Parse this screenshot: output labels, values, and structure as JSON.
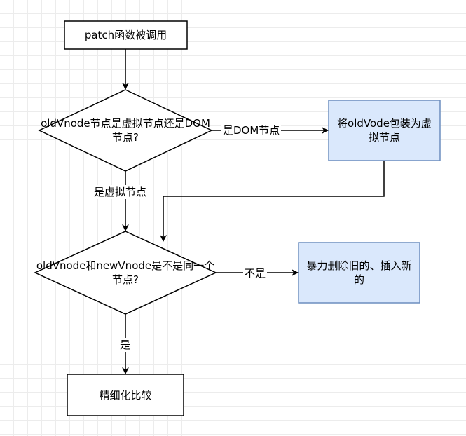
{
  "nodes": {
    "start": "patch函数被调用",
    "decision1": "oldVnode节点是虚拟节点还是DOM节点?",
    "wrap": "将oldVode包装为虚拟节点",
    "decision2": "oldVnode和newVnode是不是同一个节点?",
    "replace": "暴力删除旧的、插入新的",
    "refine": "精细化比较"
  },
  "edges": {
    "is_dom": "是DOM节点",
    "is_vnode": "是虚拟节点",
    "not_same": "不是",
    "same": "是"
  },
  "colors": {
    "stroke": "#000000",
    "highlight_fill": "#dae8fc",
    "highlight_stroke": "#6c8ebf"
  }
}
